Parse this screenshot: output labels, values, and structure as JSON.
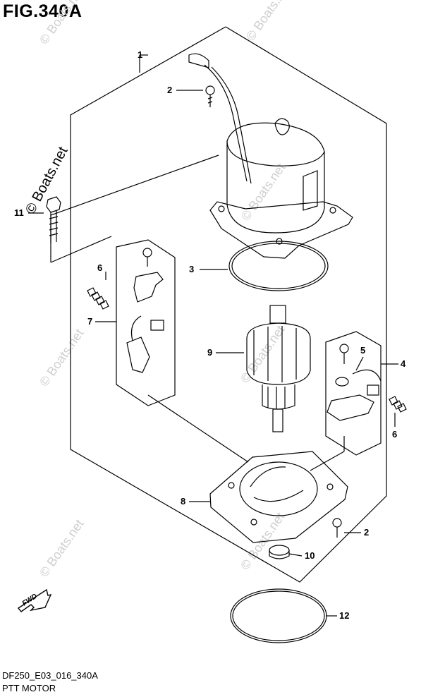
{
  "figure_title": "FIG.340A",
  "diagram_code": "DF250_E03_016_340A",
  "diagram_name": "PTT MOTOR",
  "watermark": "© Boats.net",
  "fwd_label": "FWD",
  "callouts": {
    "c1": "1",
    "c2a": "2",
    "c2b": "2",
    "c3": "3",
    "c4": "4",
    "c5": "5",
    "c6a": "6",
    "c6b": "6",
    "c7": "7",
    "c8": "8",
    "c9": "9",
    "c10": "10",
    "c11": "11",
    "c12": "12"
  }
}
